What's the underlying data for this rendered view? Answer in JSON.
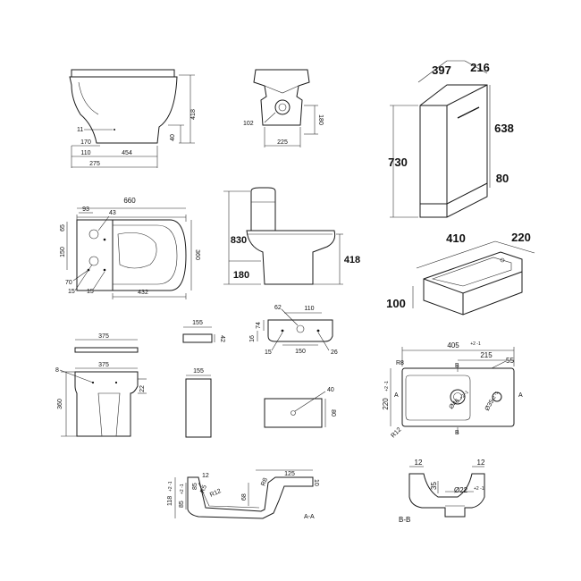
{
  "labels": {
    "side_418": "418",
    "side_11": "11",
    "side_40": "40",
    "side_170": "170",
    "side_110": "110",
    "side_454": "454",
    "side_275": "275",
    "back_102": "102",
    "back_180": "180",
    "back_225": "225",
    "cab_397": "397",
    "cab_216": "216",
    "cab_638": "638",
    "cab_730": "730",
    "cab_80": "80",
    "plan_660": "660",
    "plan_93": "93",
    "plan_43": "43",
    "plan_65": "65",
    "plan_150": "150",
    "plan_70": "70",
    "plan_15a": "15",
    "plan_15b": "15",
    "plan_432": "432",
    "plan_360": "360",
    "front_830": "830",
    "front_180": "180",
    "front_418": "418",
    "basin_410": "410",
    "basin_220": "220",
    "basin_100": "100",
    "lid_375a": "375",
    "lid_375b": "375",
    "lid_8": "8",
    "lid_22": "22",
    "lid_360": "360",
    "cist_155a": "155",
    "cist_42": "42",
    "cist_155b": "155",
    "bb_62": "62",
    "bb_110": "110",
    "bb_74": "74",
    "bb_16": "16",
    "bb_15": "15",
    "bb_150": "150",
    "bb_26": "26",
    "plate_40": "40",
    "plate_80": "80",
    "bplan_405": "405",
    "bplan_405_tol": "+2 -1",
    "bplan_215": "215",
    "bplan_55": "55",
    "bplan_R8": "R8",
    "bplan_B": "B",
    "bplan_A": "A",
    "bplan_220": "220",
    "bplan_220_tol": "+2 -1",
    "bplan_d46": "Ø46",
    "bplan_d46_tol": "+2 -1",
    "bplan_d35": "Ø35",
    "bplan_d35_tol": "+2 -1",
    "bplan_R12": "R12",
    "sec_125": "125",
    "sec_12": "12",
    "sec_85": "85",
    "sec_R5": "R5",
    "sec_R12": "R12",
    "sec_R8": "R8",
    "sec_10": "10",
    "sec_118": "118",
    "sec_118_tol": "+2 -1",
    "sec_85b": "85",
    "sec_85b_tol": "+2 -1",
    "sec_68": "68",
    "sec_AA": "A-A",
    "bb2_12a": "12",
    "bb2_12b": "12",
    "bb2_35": "35",
    "bb2_d22": "Ø22",
    "bb2_d22_tol": "+2 -1",
    "bb2_BB": "B-B"
  }
}
